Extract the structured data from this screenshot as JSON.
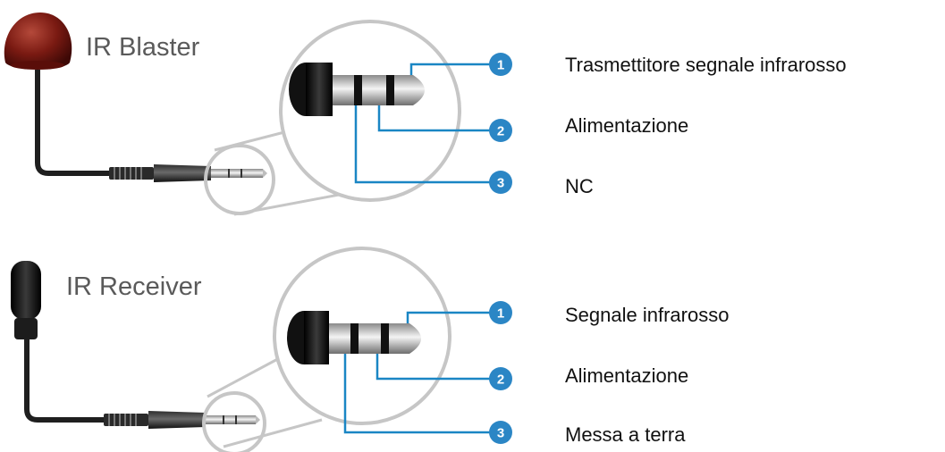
{
  "blaster": {
    "name": "IR Blaster",
    "pins": [
      {
        "num": "1",
        "label": "Trasmettitore segnale infrarosso"
      },
      {
        "num": "2",
        "label": "Alimentazione"
      },
      {
        "num": "3",
        "label": "NC"
      }
    ]
  },
  "receiver": {
    "name": "IR Receiver",
    "pins": [
      {
        "num": "1",
        "label": "Segnale infrarosso"
      },
      {
        "num": "2",
        "label": "Alimentazione"
      },
      {
        "num": "3",
        "label": "Messa a terra"
      }
    ]
  },
  "colors": {
    "wire": "#1a86c4",
    "badge": "#2b86c5",
    "blaster_head": "#7a1a12",
    "receiver_head": "#1c1c1c",
    "cable": "#1f1f1f",
    "magnifier": "#c6c6c6"
  },
  "icons": [
    "ir-blaster-emitter-icon",
    "ir-receiver-sensor-icon",
    "audio-jack-plug-icon"
  ]
}
